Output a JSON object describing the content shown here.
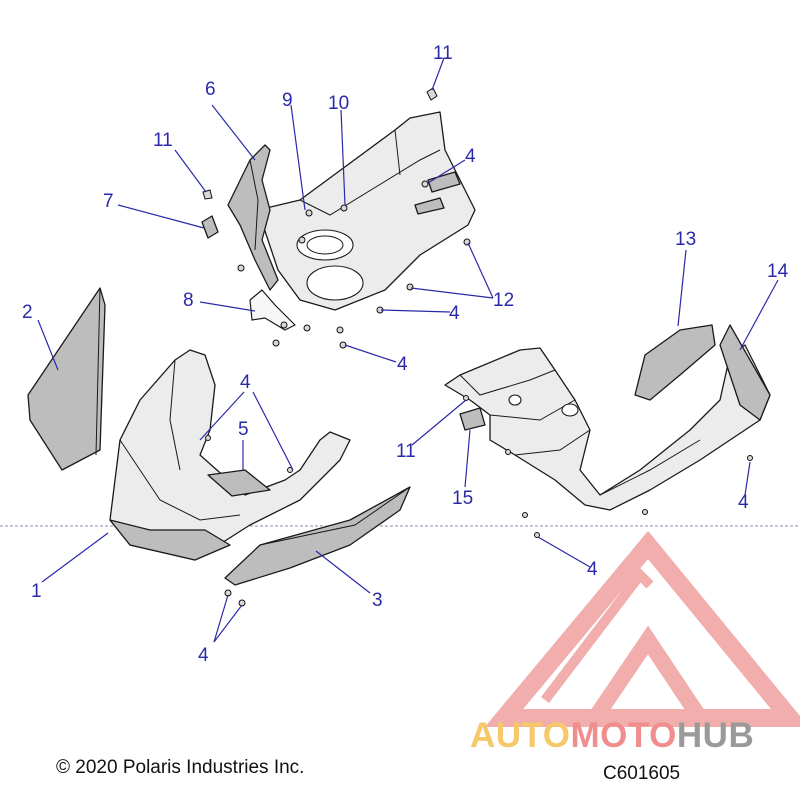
{
  "diagram": {
    "callouts": {
      "c1": "1",
      "c2": "2",
      "c3": "3",
      "c4a": "4",
      "c4b": "4",
      "c4c": "4",
      "c4d": "4",
      "c4e": "4",
      "c4f": "4",
      "c4g": "4",
      "c5": "5",
      "c6": "6",
      "c7": "7",
      "c8": "8",
      "c9": "9",
      "c10": "10",
      "c11a": "11",
      "c11b": "11",
      "c11c": "11",
      "c12": "12",
      "c13": "13",
      "c14": "14",
      "c15": "15"
    },
    "colors": {
      "callout": "#2a2aa8",
      "watermark_red": "#e86b6b",
      "watermark_gold": "#f5c86a",
      "watermark_grey": "#9a9a9a"
    }
  },
  "footer": {
    "copyright": "© 2020 Polaris Industries Inc.",
    "figure_code": "C601605"
  },
  "watermark": {
    "brand_part1": "AUTO",
    "brand_part2": "MOTO",
    "brand_part3": "HUB"
  }
}
